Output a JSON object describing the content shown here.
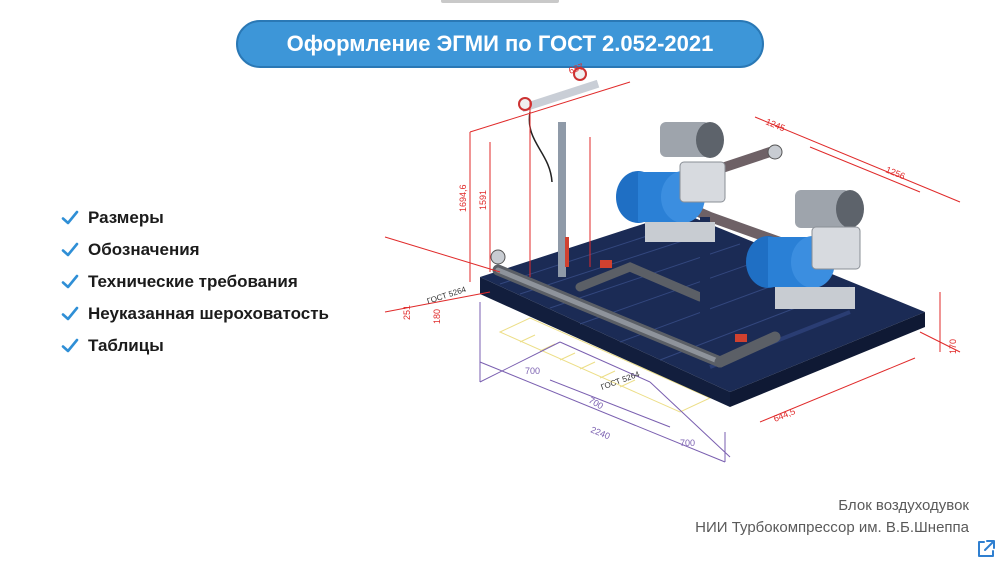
{
  "header": {
    "title": "Оформление ЭГМИ по ГОСТ 2.052-2021"
  },
  "checklist": {
    "items": [
      {
        "label": "Размеры"
      },
      {
        "label": "Обозначения"
      },
      {
        "label": "Технические требования"
      },
      {
        "label": "Неуказанная шероховатость"
      },
      {
        "label": "Таблицы"
      }
    ]
  },
  "drawing": {
    "dimensions": {
      "d1245": "1245",
      "d1256": "1256",
      "d1694": "1694,6",
      "d1591": "1591",
      "d700a": "700",
      "d700b": "700",
      "d700c": "700",
      "d2240": "2240",
      "d644": "644,5",
      "d170": "170",
      "d251": "251",
      "d180": "180",
      "d687": "687"
    },
    "callouts": {
      "gost_left": "ГОСТ 5264",
      "gost_mid": "ГОСТ 5264"
    }
  },
  "caption": {
    "line1": "Блок воздуходувок",
    "line2": "НИИ Турбокомпрессор им. В.Б.Шнеппа"
  },
  "controls": {
    "open_icon": "external-link-icon"
  },
  "colors": {
    "accent": "#3d96d8",
    "check": "#2f8fd6",
    "dimension_red": "#e02a2a",
    "dimension_purple": "#7a5fb0",
    "frame_navy": "#1b2b55",
    "motor_blue": "#1f6fc4"
  }
}
